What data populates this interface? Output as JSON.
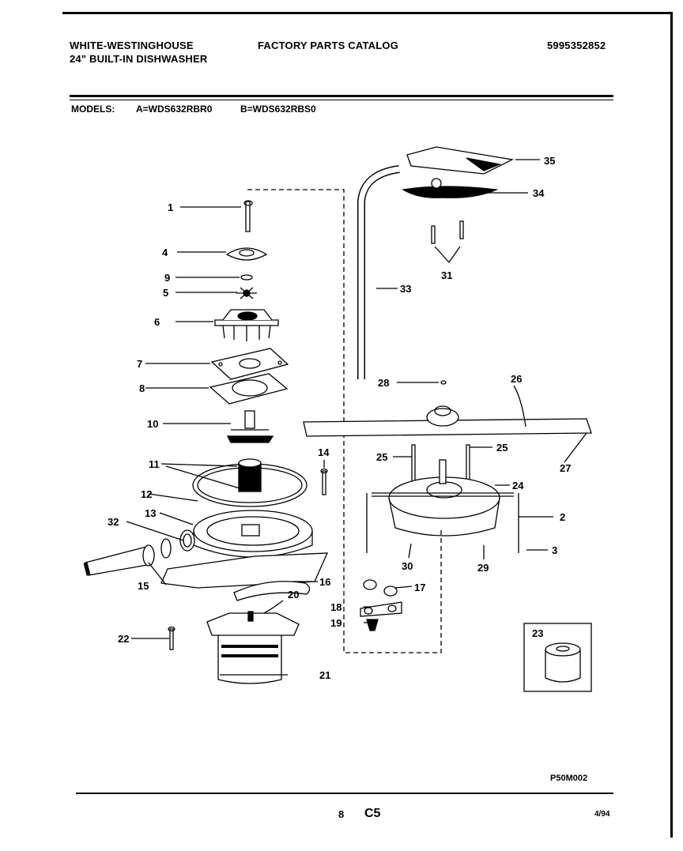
{
  "header": {
    "brand": "WHITE-WESTINGHOUSE",
    "product": "24\" BUILT-IN DISHWASHER",
    "catalog": "FACTORY PARTS CATALOG",
    "part_no": "5995352852"
  },
  "models": {
    "label": "MODELS:",
    "a": "A=WDS632RBR0",
    "b": "B=WDS632RBS0"
  },
  "callouts": [
    "1",
    "4",
    "9",
    "5",
    "6",
    "7",
    "8",
    "10",
    "11",
    "12",
    "13",
    "32",
    "15",
    "14",
    "16",
    "20",
    "22",
    "21",
    "35",
    "34",
    "31",
    "33",
    "28",
    "26",
    "25",
    "25",
    "27",
    "24",
    "2",
    "3",
    "30",
    "29",
    "17",
    "18",
    "19",
    "23"
  ],
  "footer": {
    "drawing_code": "P50M002",
    "page": "8",
    "section": "C5",
    "date": "4/94"
  },
  "colors": {
    "ink": "#000000",
    "paper": "#ffffff"
  }
}
